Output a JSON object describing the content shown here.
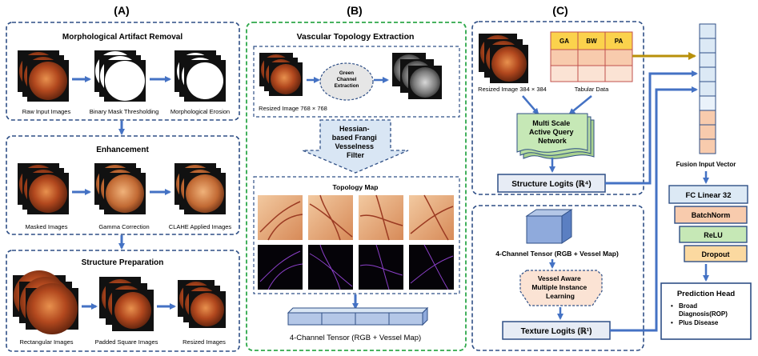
{
  "panel_a": {
    "label": "(A)",
    "morph": {
      "title": "Morphological Artifact Removal",
      "captions": [
        "Raw Input Images",
        "Binary Mask Thresholding",
        "Morphological Erosion"
      ]
    },
    "enh": {
      "title": "Enhancement",
      "captions": [
        "Masked Images",
        "Gamma Correction",
        "CLAHE Applied Images"
      ]
    },
    "struct": {
      "title": "Structure Preparation",
      "captions": [
        "Rectangular Images",
        "Padded Square Images",
        "Resized Images"
      ]
    }
  },
  "panel_b": {
    "label": "(B)",
    "title": "Vascular Topology Extraction",
    "green_channel": "Green Channel Extraction",
    "resized_caption": "Resized Image 768 × 768",
    "hessian": [
      "Hessian-",
      "based Frangi",
      "Vesselness",
      "Filter"
    ],
    "topology_title": "Topology Map",
    "tensor_label": "4-Channel Tensor (RGB + Vessel Map)"
  },
  "panel_c": {
    "label": "(C)",
    "resized_caption": "Resized Image 384 × 384",
    "tabular_headers": [
      "GA",
      "BW",
      "PA"
    ],
    "tabular_caption": "Tabular Data",
    "network": [
      "Multi Scale",
      "Active Query",
      "Network"
    ],
    "structure_logits": "Structure Logits (ℝ⁴)",
    "tensor_label": "4-Channel Tensor (RGB + Vessel Map)",
    "vamil": [
      "Vessel Aware",
      "Multiple Instance",
      "Learning"
    ],
    "texture_logits": "Texture Logits (ℝ¹)"
  },
  "fusion": {
    "caption": "Fusion Input Vector",
    "layers": [
      "FC Linear 32",
      "BatchNorm",
      "ReLU",
      "Dropout"
    ],
    "head_title": "Prediction Head",
    "head_items": [
      "Broad Diagnosis(ROP)",
      "Plus Disease"
    ]
  },
  "colors": {
    "dashed_border": "#2f4f86",
    "green_border": "#2ea84a",
    "arrow": "#4472c4",
    "gold_arrow": "#b8900a",
    "fundus": "#b2481e",
    "vector_blue": "#dce9f5",
    "vector_orange": "#f8cbad",
    "network_green": "#c6e8b6",
    "vamil_orange": "#fbe3d4"
  }
}
